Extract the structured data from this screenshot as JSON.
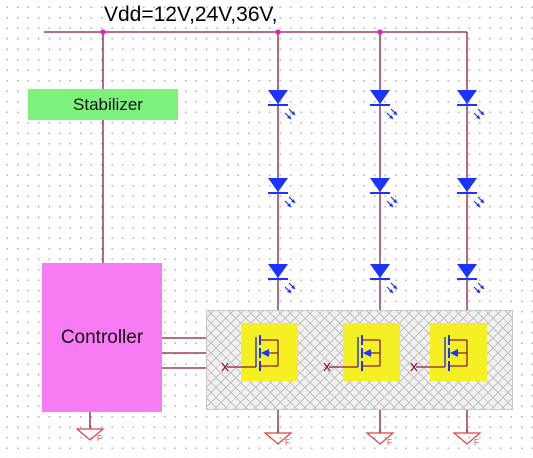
{
  "diagram": {
    "supply_label": "Vdd=12V,24V,36V,",
    "stabilizer_label": "Stabilizer",
    "controller_label": "Controller",
    "ground_label": "F",
    "colors": {
      "wire": "#8b1a3c",
      "led": "#1a33ff",
      "node": "#e020c0",
      "stabilizer": "#7cf27c",
      "controller": "#f77bf3",
      "mosfet_highlight": "#f5f021"
    },
    "led_strings": [
      {
        "id": "string-1",
        "leds": 3
      },
      {
        "id": "string-2",
        "leds": 3
      },
      {
        "id": "string-3",
        "leds": 3
      }
    ]
  }
}
